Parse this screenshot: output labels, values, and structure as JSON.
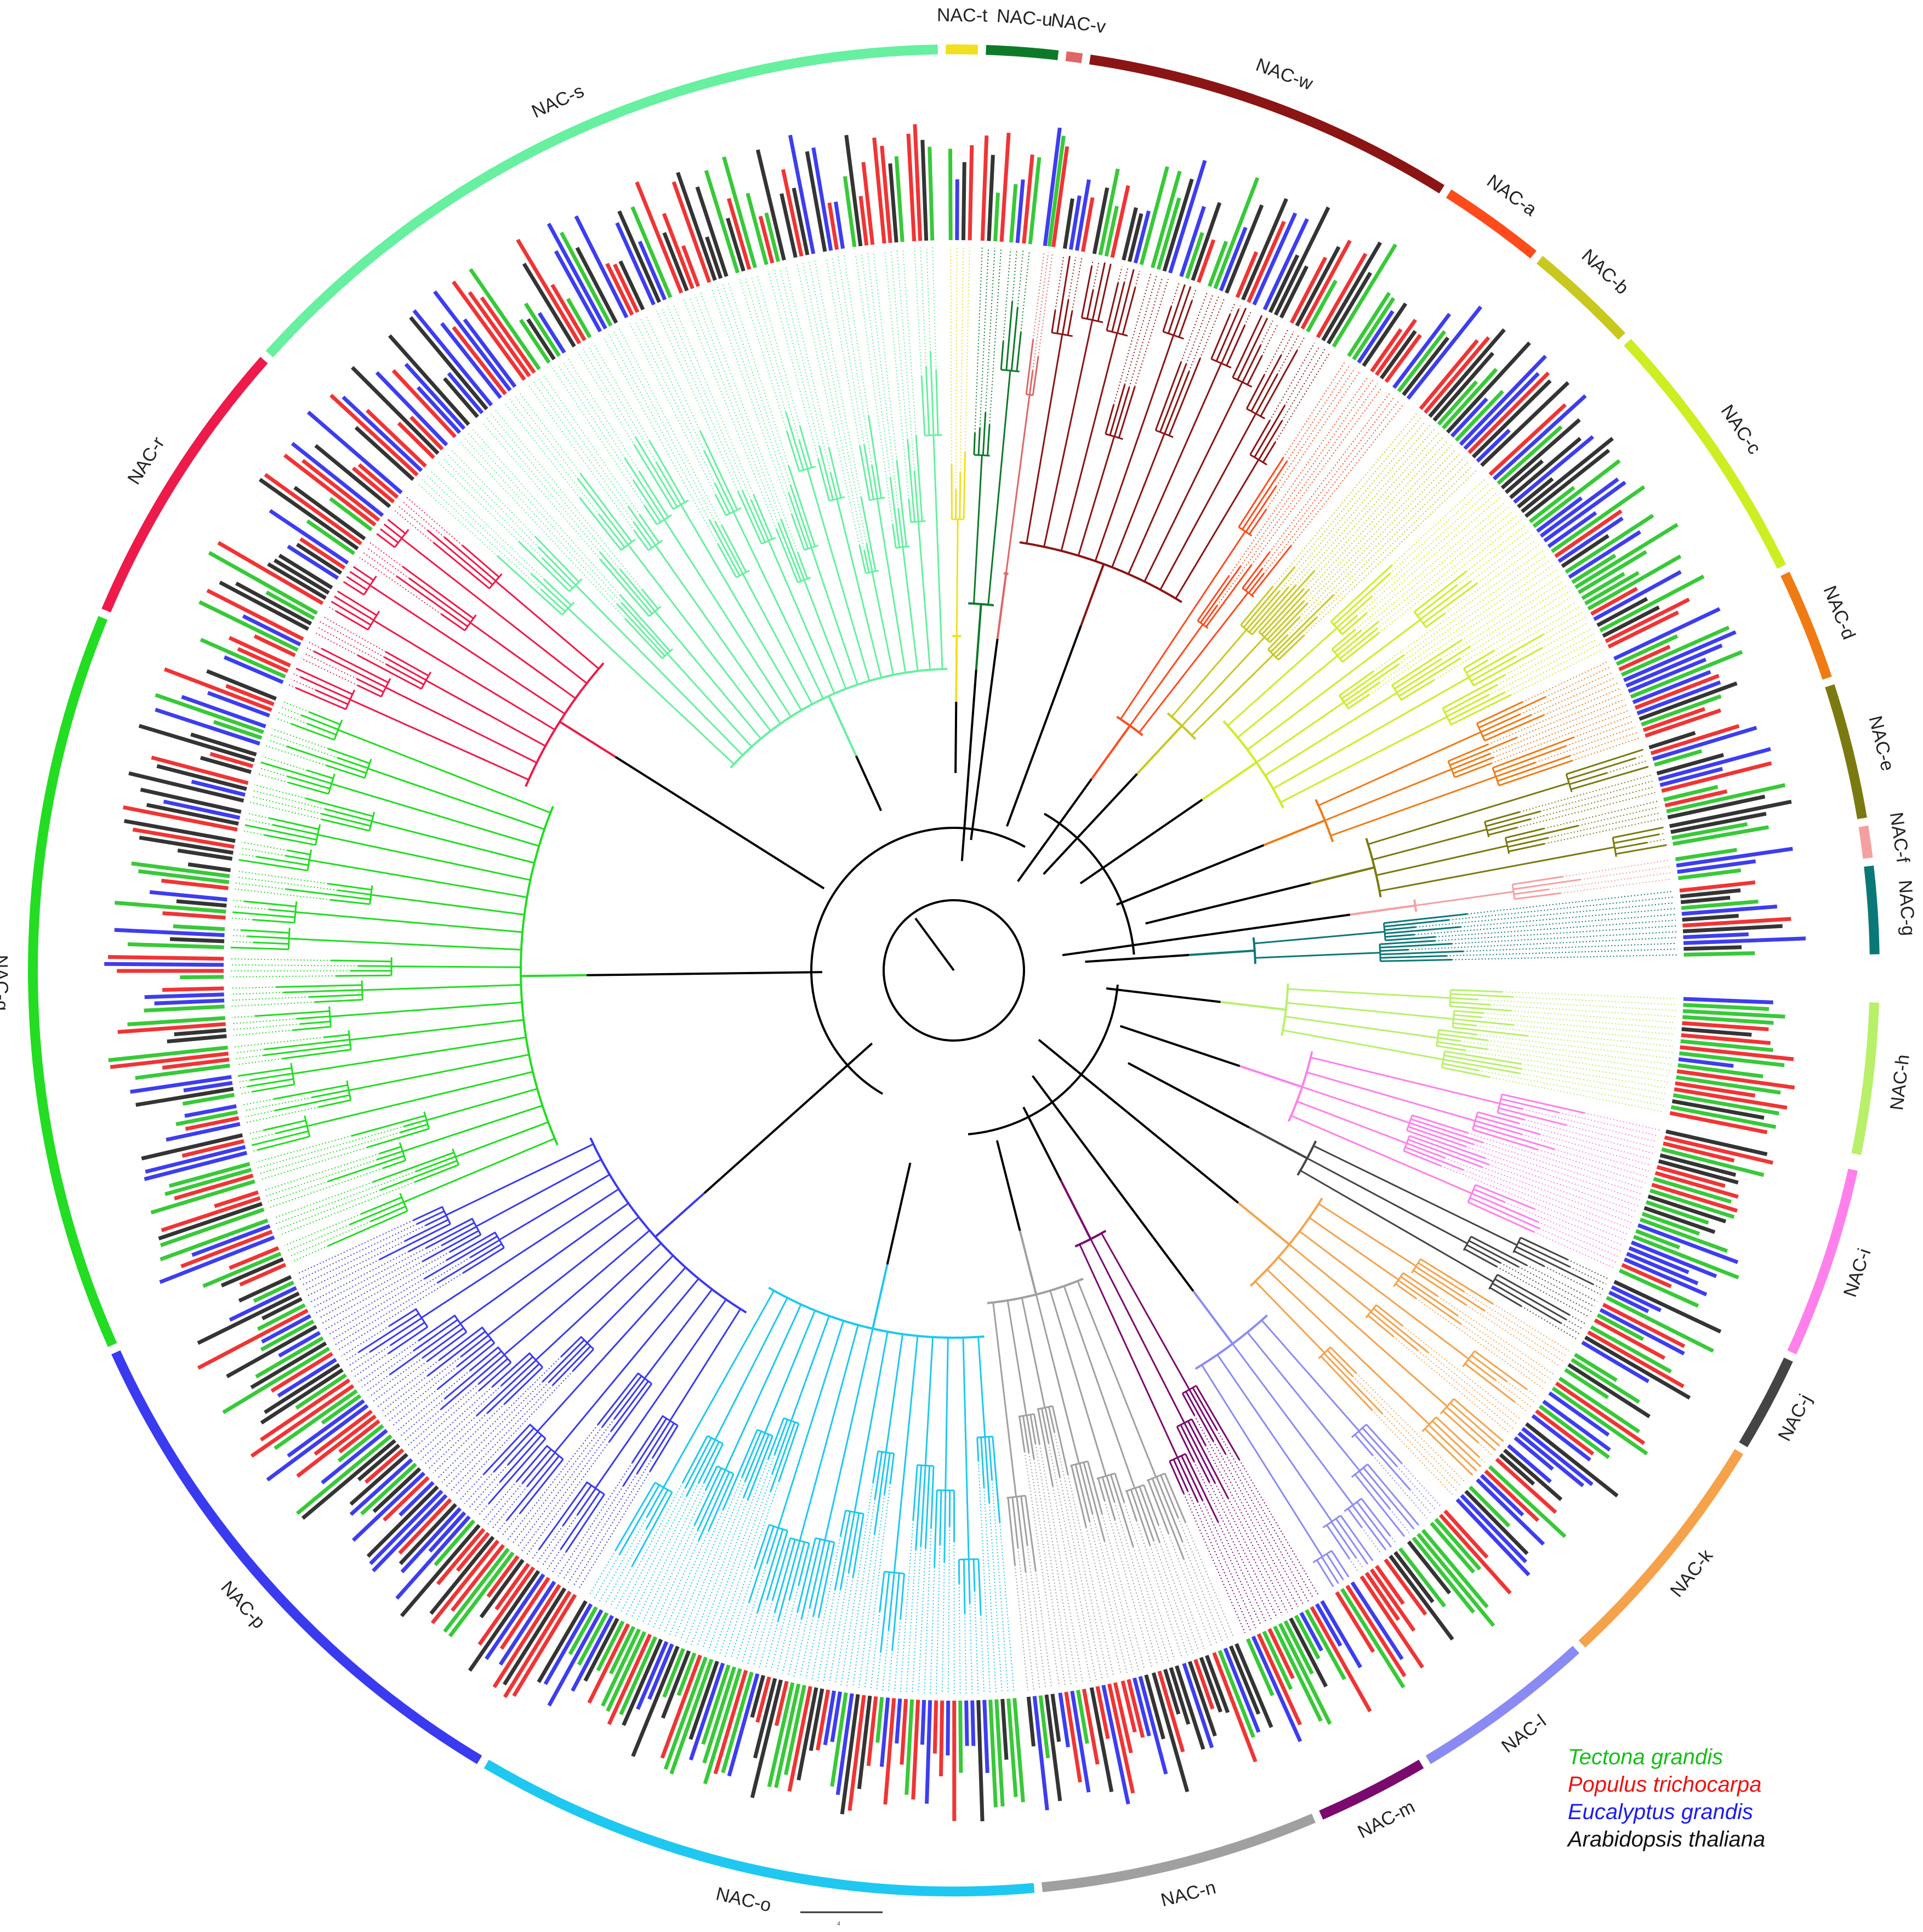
{
  "figure": {
    "clades": [
      {
        "label": "NAC-a",
        "color": "#ff4a1c",
        "a0": 302.5,
        "a1": 309.0
      },
      {
        "label": "NAC-b",
        "color": "#c8c81e",
        "a0": 309.5,
        "a1": 316.5
      },
      {
        "label": "NAC-c",
        "color": "#ccee22",
        "a0": 317.0,
        "a1": 334.0
      },
      {
        "label": "NAC-d",
        "color": "#f07b14",
        "a0": 334.5,
        "a1": 341.5
      },
      {
        "label": "NAC-e",
        "color": "#7a7a10",
        "a0": 342.0,
        "a1": 350.5
      },
      {
        "label": "NAC-f",
        "color": "#f5a0a0",
        "a0": 351.0,
        "a1": 353.0
      },
      {
        "label": "NAC-g",
        "color": "#0b7878",
        "a0": 353.5,
        "a1": 359.0
      },
      {
        "label": "NAC-h",
        "color": "#b8f06a",
        "a0": 2.0,
        "a1": 11.5
      },
      {
        "label": "NAC-i",
        "color": "#ff80ea",
        "a0": 12.5,
        "a1": 24.5
      },
      {
        "label": "NAC-j",
        "color": "#444444",
        "a0": 25.0,
        "a1": 31.0
      },
      {
        "label": "NAC-k",
        "color": "#f5a24a",
        "a0": 31.5,
        "a1": 47.0
      },
      {
        "label": "NAC-l",
        "color": "#8a8af5",
        "a0": 47.5,
        "a1": 59.0
      },
      {
        "label": "NAC-m",
        "color": "#7a0a6e",
        "a0": 59.5,
        "a1": 66.5
      },
      {
        "label": "NAC-n",
        "color": "#a0a0a0",
        "a0": 67.0,
        "a1": 84.5
      },
      {
        "label": "NAC-o",
        "color": "#1ec8f0",
        "a0": 85.0,
        "a1": 120.5
      },
      {
        "label": "NAC-p",
        "color": "#3a3af0",
        "a0": 121.0,
        "a1": 155.5
      },
      {
        "label": "NAC-q",
        "color": "#22dd22",
        "a0": 156.0,
        "a1": 202.5
      },
      {
        "label": "NAC-r",
        "color": "#ee1a4a",
        "a0": 203.0,
        "a1": 221.5
      },
      {
        "label": "NAC-s",
        "color": "#66f0a0",
        "a0": 222.0,
        "a1": 269.0
      },
      {
        "label": "NAC-t",
        "color": "#f0e020",
        "a0": 269.5,
        "a1": 271.5
      },
      {
        "label": "NAC-u",
        "color": "#0d7a2a",
        "a0": 272.0,
        "a1": 276.5
      },
      {
        "label": "NAC-v",
        "color": "#e06666",
        "a0": 277.0,
        "a1": 278.0
      },
      {
        "label": "NAC-w",
        "color": "#8b1414",
        "a0": 278.5,
        "a1": 302.0
      }
    ],
    "legend": [
      {
        "label": "Tectona grandis",
        "color": "#16c016"
      },
      {
        "label": "Populus trichocarpa",
        "color": "#ee1111"
      },
      {
        "label": "Eucalyptus grandis",
        "color": "#1c1cee"
      },
      {
        "label": "Arabidopsis thaliana",
        "color": "#111111"
      }
    ],
    "scale_label": "4",
    "colors": {
      "backbone": "#000000",
      "background": "#ffffff"
    }
  }
}
